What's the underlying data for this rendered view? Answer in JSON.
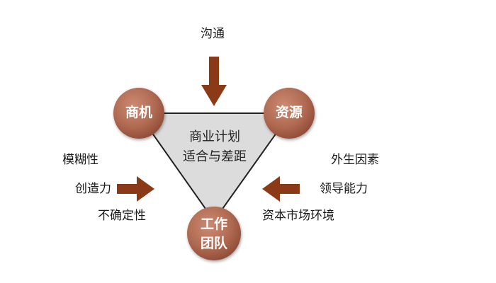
{
  "top_label": "沟通",
  "center": {
    "line1": "商业计划",
    "line2": "适合与差距"
  },
  "nodes": {
    "left": "商机",
    "right": "资源",
    "bottom_line1": "工作",
    "bottom_line2": "团队"
  },
  "left_factors": [
    "模糊性",
    "创造力",
    "不确定性"
  ],
  "right_factors": [
    "外生因素",
    "领导能力",
    "资本市场环境"
  ],
  "colors": {
    "node_fill": "#b4705a",
    "node_shadow": "#8a4a38",
    "arrow": "#8b3a18",
    "triangle_fill": "#dcdcdc",
    "triangle_stroke": "#222222"
  }
}
